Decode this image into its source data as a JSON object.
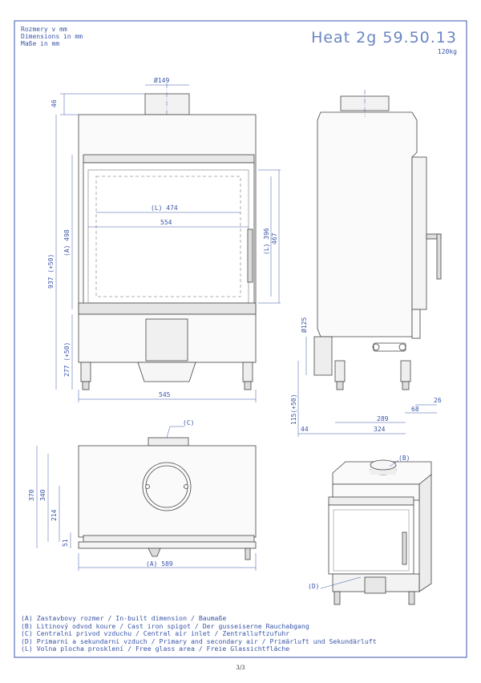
{
  "header": {
    "dims_label_cz": "Rozmery v mm",
    "dims_label_en": "Dimensions in mm",
    "dims_label_de": "Maße in mm",
    "title": "Heat 2g 59.50.13",
    "weight": "120kg"
  },
  "dimensions": {
    "spigot_dia": "Ø149",
    "top_offset": "46",
    "glass_width_l": "(L) 474",
    "inner_width": "554",
    "height_a": "(A) 498",
    "total_height": "937 (+50)",
    "glass_height_l": "(L) 396",
    "frame_height": "467",
    "base_height": "277 (+50)",
    "base_width": "545",
    "side_air_dia": "Ø125",
    "leg_height": "115(+50)",
    "side_26": "26",
    "side_68": "68",
    "side_289": "289",
    "side_44": "44",
    "side_324": "324",
    "top_label_c": "(C)",
    "top_370": "370",
    "top_340": "340",
    "top_214": "214",
    "top_51": "51",
    "top_width_a": "(A) 589",
    "iso_label_b": "(B)",
    "iso_label_d": "(D)"
  },
  "legend": [
    "(A)  Zastavbovy rozmer / In-built dimension / Baumaße",
    "(B)  Litinový odvod koure / Cast iron spigot / Der gusseiserne Rauchabgang",
    "(C)  Centralni privod vzduchu / Central air inlet / Zentralluftzufuhr",
    "(D)  Primarni a sekundarni vzduch / Primary and secondary air / Primärluft und Sekundärluft",
    "(L)  Volna plocha prosklení / Free glass area / Freie Glassichtfläche"
  ],
  "footer": {
    "page": "3/3"
  }
}
